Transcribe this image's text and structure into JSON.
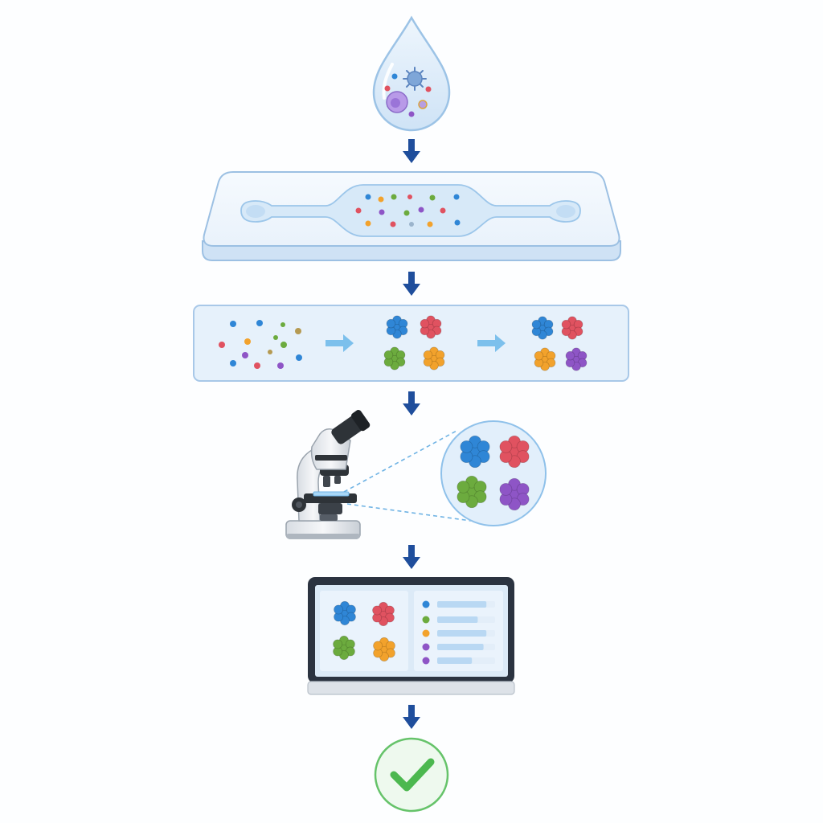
{
  "steps": [
    {
      "id": "sample-droplet",
      "icon": "water-droplet-icon"
    },
    {
      "id": "microfluidic-chip",
      "icon": "microfluidic-chip-icon"
    },
    {
      "id": "clustering-process",
      "icon": "particle-clustering-icon"
    },
    {
      "id": "microscope-inspection",
      "icon": "microscope-icon"
    },
    {
      "id": "analysis-display",
      "icon": "monitor-icon"
    },
    {
      "id": "result-confirmation",
      "icon": "checkmark-icon"
    }
  ],
  "colors": {
    "arrow": "#1f4e9c",
    "panel_fill": "#e6f1fb",
    "panel_stroke": "#a8c8e8",
    "flow_arrow": "#7cc0ec",
    "blue": "#2f86d6",
    "red": "#e05260",
    "green": "#6cab3e",
    "orange": "#f2a22c",
    "purple": "#8e55c6",
    "check_stroke": "#66c36a",
    "check_fill": "#eef9ee",
    "check_mark": "#4cb84f",
    "screen_bezel": "#2b3340",
    "screen_fill": "#dceaf7"
  },
  "screen_legend_colors": [
    "#2f86d6",
    "#6cab3e",
    "#f2a22c",
    "#8e55c6",
    "#8e55c6"
  ],
  "screen_bar_levels": [
    0.85,
    0.7,
    0.85,
    0.8,
    0.6
  ]
}
